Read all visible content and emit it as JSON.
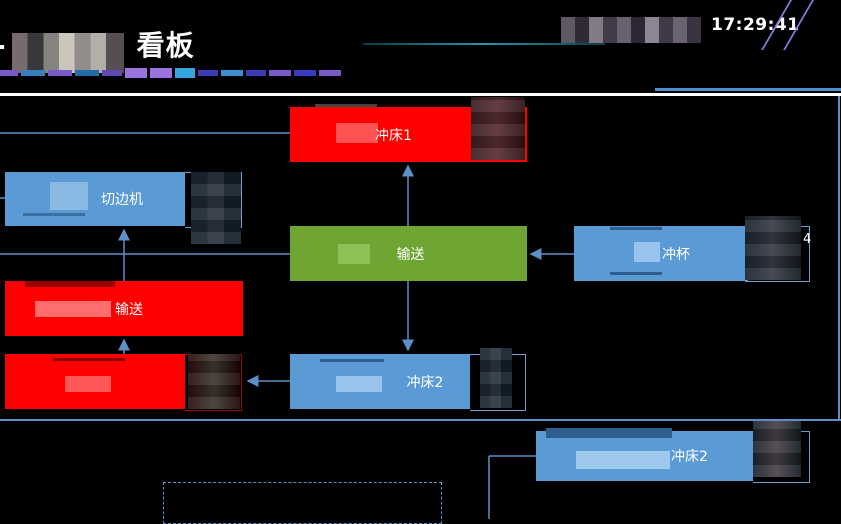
{
  "header": {
    "title_suffix": "看板",
    "title_prefix": "-",
    "clock": "17:29:41"
  },
  "nodes": {
    "punch1": "冲床1",
    "trimmer": "切边机",
    "conveyor_main": "输送",
    "conveyor_left": "输送",
    "punch2": "冲床2",
    "punch_cup": "冲杯",
    "punch_cup_count": "4",
    "punch2_b": "冲床2"
  },
  "colors": {
    "running": "#5b9bd5",
    "alarm": "#ff0000",
    "conveyor": "#6ea533",
    "line": "#5d8fc8"
  }
}
